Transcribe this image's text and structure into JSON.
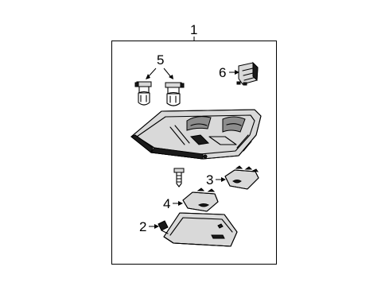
{
  "diagram": {
    "callouts": [
      {
        "id": "c1",
        "label": "1"
      },
      {
        "id": "c2",
        "label": "2"
      },
      {
        "id": "c3",
        "label": "3"
      },
      {
        "id": "c4",
        "label": "4"
      },
      {
        "id": "c5",
        "label": "5"
      },
      {
        "id": "c6",
        "label": "6"
      }
    ],
    "colors": {
      "line": "#000000",
      "background": "#ffffff",
      "shade": "#d9d9d9"
    }
  }
}
